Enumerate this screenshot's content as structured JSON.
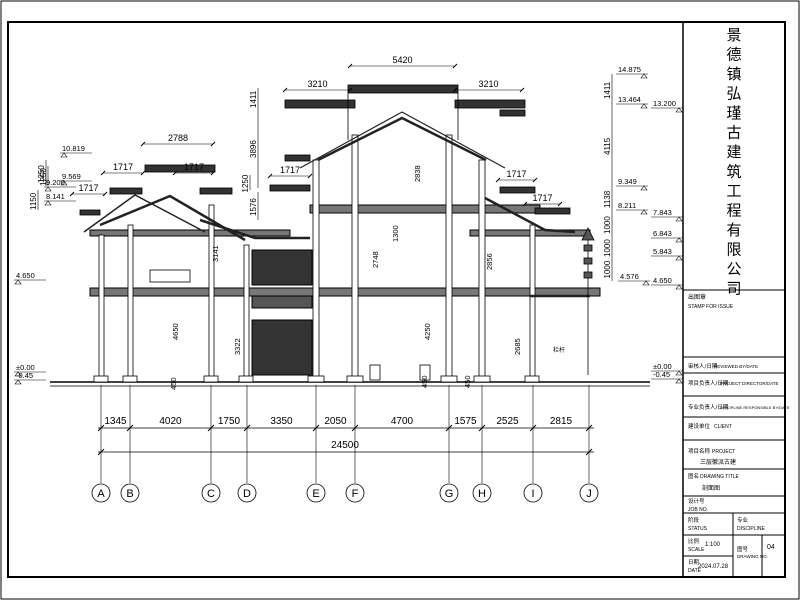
{
  "company": {
    "name": "景德镇弘瑾古建筑工程有限公司"
  },
  "titleblock": {
    "stamp_label": "出图章",
    "stamp_en": "STAMP FOR ISSUE",
    "reviewed_label": "审核人/日期",
    "reviewed_en": "REVIEWED BY/DATE",
    "director_label": "项目负责人/日期",
    "director_en": "PROJECT DIRECTOR/DATE",
    "discipline_resp_label": "专业负责人/日期",
    "discipline_resp_en": "DISCIPLINE RESPONSIBLE BY/DATE",
    "client_label": "建设单位",
    "client_en": "CLIENT",
    "project_label": "项目名称",
    "project_en": "PROJECT",
    "project_value": "三层徽派古建",
    "title_label": "图名",
    "title_en": "DRAWING TITLE",
    "title_value": "剖面图",
    "job_label": "设计号",
    "job_en": "JOB NO.",
    "status_label": "阶段",
    "status_en": "STATUS",
    "discipline_label": "专业",
    "discipline_en": "DISCIPLINE",
    "scale_label": "比例",
    "scale_en": "SCALE",
    "scale_value": "1:100",
    "drawing_no_label": "图号",
    "drawing_no_en": "DRAWING NO.",
    "drawing_no_value": "04",
    "date_label": "日期",
    "date_en": "DATE",
    "date_value": "2024.07.28"
  },
  "bottom_dims": [
    "1345",
    "4020",
    "1750",
    "3350",
    "2050",
    "4700",
    "1575",
    "2525",
    "2815"
  ],
  "total_dim": "24500",
  "axes": [
    "A",
    "B",
    "C",
    "D",
    "E",
    "F",
    "G",
    "H",
    "I",
    "J"
  ],
  "top_dims": {
    "center": "5420",
    "left_upper": "3210",
    "right_upper": "3210",
    "left_mid": "2788",
    "left_a": "1717",
    "left_b": "1717",
    "left_c": "1717",
    "left_d": "1717",
    "right_a": "1717",
    "right_b": "1717"
  },
  "left_levels": [
    "10.819",
    "9.569",
    "9.200",
    "8.141",
    "4.650",
    "±0.00",
    "-0.45"
  ],
  "left_vert_dims": [
    "1150",
    "1250",
    "1250",
    "1411",
    "3896",
    "1576",
    "1250"
  ],
  "right_levels": [
    "14.875",
    "13.464",
    "13.200",
    "9.349",
    "8.211",
    "7.843",
    "6.843",
    "5.843",
    "4.576",
    "4.650",
    "±0.00",
    "-0.45"
  ],
  "right_vert_dims": [
    "1411",
    "4115",
    "1138",
    "1000",
    "1000",
    "1000"
  ],
  "interior_dims": [
    "3141",
    "4650",
    "3322",
    "450",
    "2838",
    "2748",
    "1300",
    "4250",
    "2856",
    "2685",
    "450",
    "450"
  ],
  "annotation": "栏杆"
}
